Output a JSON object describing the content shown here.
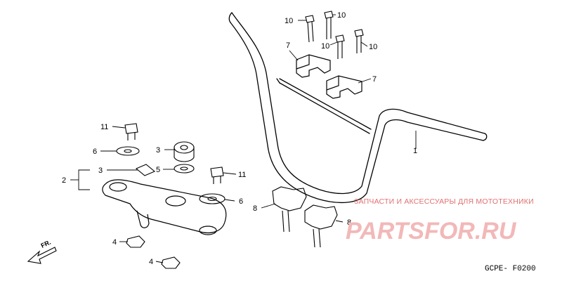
{
  "diagram": {
    "callouts": [
      {
        "id": "c10a",
        "label": "10"
      },
      {
        "id": "c10b",
        "label": "10"
      },
      {
        "id": "c10c",
        "label": "10"
      },
      {
        "id": "c10d",
        "label": "10"
      },
      {
        "id": "c7a",
        "label": "7"
      },
      {
        "id": "c7b",
        "label": "7"
      },
      {
        "id": "c1",
        "label": "1"
      },
      {
        "id": "c11a",
        "label": "11"
      },
      {
        "id": "c6a",
        "label": "6"
      },
      {
        "id": "c3a",
        "label": "3"
      },
      {
        "id": "c2",
        "label": "2"
      },
      {
        "id": "c3b",
        "label": "3"
      },
      {
        "id": "c5",
        "label": "5"
      },
      {
        "id": "c11b",
        "label": "11"
      },
      {
        "id": "c6b",
        "label": "6"
      },
      {
        "id": "c8a",
        "label": "8"
      },
      {
        "id": "c8b",
        "label": "8"
      },
      {
        "id": "c4a",
        "label": "4"
      },
      {
        "id": "c4b",
        "label": "4"
      }
    ],
    "direction_label": "FR.",
    "diagram_code": "GCPE- F0200"
  },
  "watermark": {
    "caption": "ЗАПЧАСТИ И АКСЕССУАРЫ ДЛЯ МОТОТЕХНИКИ",
    "logo_text": "PARTSFOR.RU",
    "color": "#e06060"
  }
}
